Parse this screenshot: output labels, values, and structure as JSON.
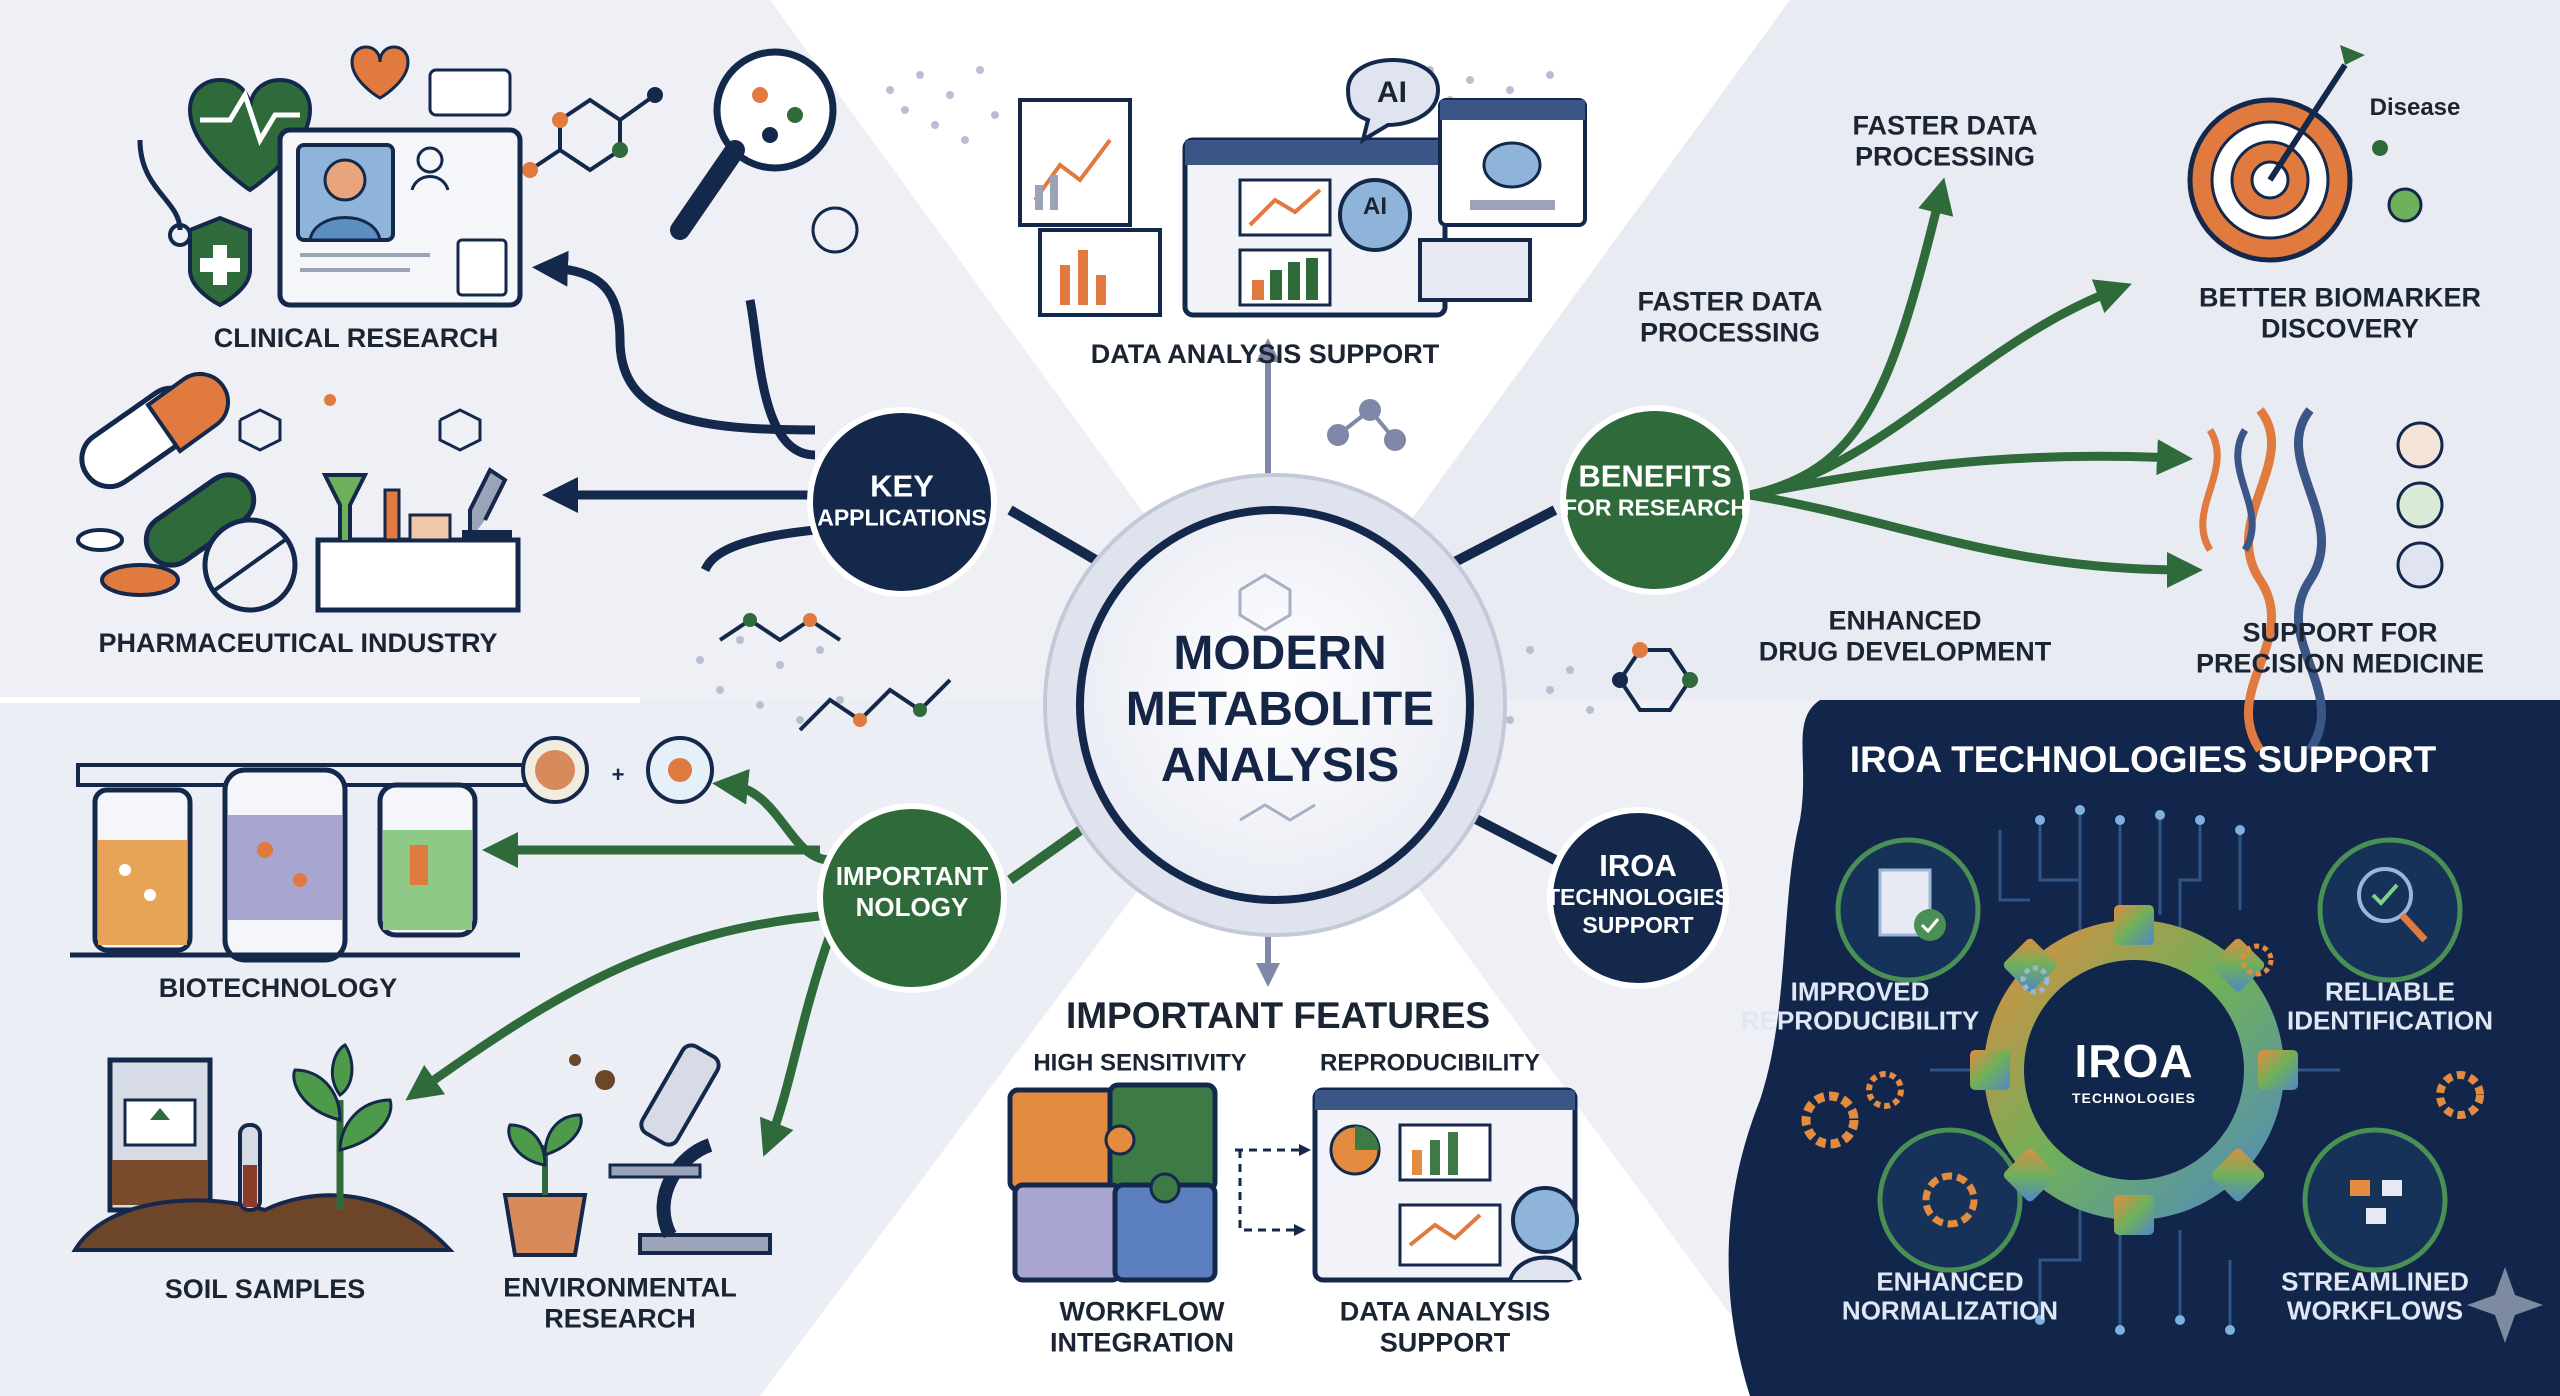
{
  "center": {
    "line1": "MODERN",
    "line2": "METABOLITE",
    "line3": "ANALYSIS"
  },
  "nodes": {
    "key_applications": {
      "line1": "KEY",
      "line2": "APPLICATIONS"
    },
    "benefits": {
      "line1": "BENEFITS",
      "line2": "FOR RESEARCH"
    },
    "important_tech": {
      "line1": "IMPORTANT",
      "line2": "NOLOGY"
    },
    "iroa": {
      "line1": "IROA",
      "line2": "TECHNOLOGIES",
      "line3": "SUPPORT"
    }
  },
  "applications": {
    "clinical": "CLINICAL RESEARCH",
    "pharma": "PHARMACEUTICAL INDUSTRY"
  },
  "technology": {
    "biotech": "BIOTECHNOLOGY",
    "soil": "SOIL SAMPLES",
    "environmental_1": "ENVIRONMENTAL",
    "environmental_2": "RESEARCH"
  },
  "top": {
    "data_analysis": "DATA ANALYSIS SUPPORT",
    "ai_badge": "AI",
    "ai_chip": "AI"
  },
  "benefit_items": {
    "faster_a_1": "FASTER DATA",
    "faster_a_2": "PROCESSING",
    "faster_b_1": "FASTER DATA",
    "faster_b_2": "PROCESSING",
    "biomarker_1": "BETTER BIOMARKER",
    "biomarker_2": "DISCOVERY",
    "disease": "Disease",
    "drug_1": "ENHANCED",
    "drug_2": "DRUG DEVELOPMENT",
    "precision_1": "SUPPORT FOR",
    "precision_2": "PRECISION MEDICINE"
  },
  "features": {
    "title": "IMPORTANT FEATURES",
    "sensitivity": "HIGH SENSITIVITY",
    "reproducibility": "REPRODUCIBILITY",
    "workflow_1": "WORKFLOW",
    "workflow_2": "INTEGRATION",
    "analysis_1": "DATA ANALYSIS",
    "analysis_2": "SUPPORT"
  },
  "iroa_panel": {
    "title": "IROA TECHNOLOGIES SUPPORT",
    "logo_big": "IROA",
    "logo_small": "TECHNOLOGIES",
    "repro_1": "IMPROVED",
    "repro_2": "REPRODUCIBILITY",
    "ident_1": "RELIABLE",
    "ident_2": "IDENTIFICATION",
    "norm_1": "ENHANCED",
    "norm_2": "NORMALIZATION",
    "stream_1": "STREAMLINED",
    "stream_2": "WORKFLOWS"
  },
  "colors": {
    "navy": "#14284b",
    "green": "#2f6b3a",
    "orange": "#e07a3f",
    "panel": "#11264a",
    "background": "#eef0f6"
  }
}
